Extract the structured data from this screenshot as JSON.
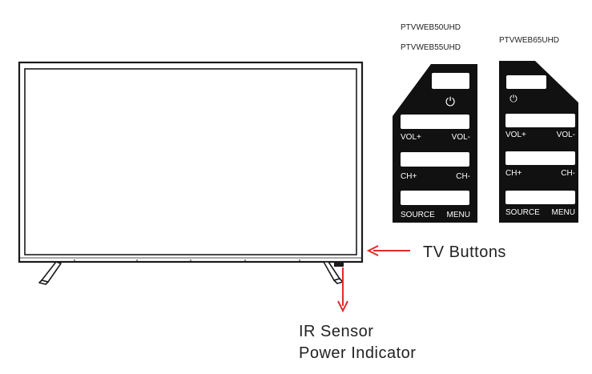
{
  "models": {
    "panel_a_line1": "PTVWEB50UHD",
    "panel_a_line2": "PTVWEB55UHD",
    "panel_b": "PTVWEB65UHD"
  },
  "panel_a": {
    "power_symbol": "⏻",
    "vol_plus": "VOL+",
    "vol_minus": "VOL-",
    "ch_plus": "CH+",
    "ch_minus": "CH-",
    "source": "SOURCE",
    "menu": "MENU"
  },
  "panel_b": {
    "power_symbol": "⏻",
    "vol_plus": "VOL+",
    "vol_minus": "VOL-",
    "ch_plus": "CH+",
    "ch_minus": "CH-",
    "source": "SOURCE",
    "menu": "MENU"
  },
  "callouts": {
    "tv_buttons": "TV Buttons",
    "ir_sensor": "IR Sensor",
    "power_indicator": "Power Indicator"
  },
  "colors": {
    "panel_fill": "#111111",
    "arrow": "#e02b2b",
    "outline": "#1a1a1a"
  }
}
